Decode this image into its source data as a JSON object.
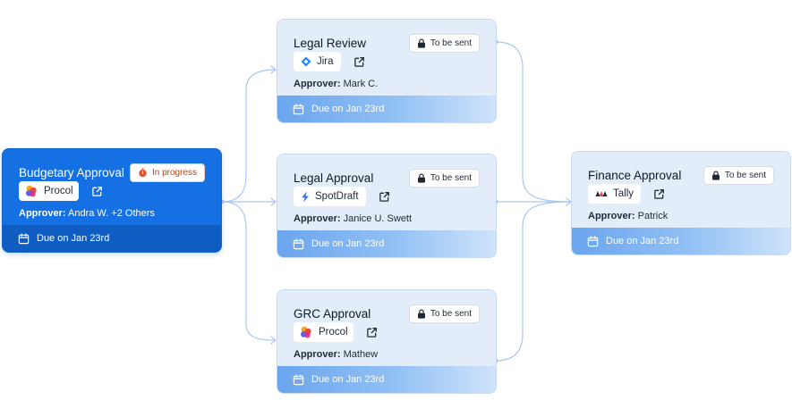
{
  "cards": {
    "budgetary": {
      "title": "Budgetary Approval",
      "status": "In progress",
      "tool": "Procol",
      "approver_label": "Approver:",
      "approver": "Andra W. +2 Others",
      "due": "Due on Jan 23rd"
    },
    "legal_review": {
      "title": "Legal Review",
      "status": "To be sent",
      "tool": "Jira",
      "approver_label": "Approver:",
      "approver": "Mark C.",
      "due": "Due on Jan 23rd"
    },
    "legal_approval": {
      "title": "Legal Approval",
      "status": "To be sent",
      "tool": "SpotDraft",
      "approver_label": "Approver:",
      "approver": "Janice U. Swett",
      "due": "Due on Jan 23rd"
    },
    "grc": {
      "title": "GRC Approval",
      "status": "To be sent",
      "tool": "Procol",
      "approver_label": "Approver:",
      "approver": "Mathew",
      "due": "Due on Jan 23rd"
    },
    "finance": {
      "title": "Finance Approval",
      "status": "To be sent",
      "tool": "Tally",
      "approver_label": "Approver:",
      "approver": "Patrick",
      "due": "Due on Jan 23rd"
    }
  },
  "colors": {
    "active": "#1570e3",
    "card": "#e3edf9",
    "connector": "#9cc3f2",
    "in_progress": "#c2410c"
  }
}
